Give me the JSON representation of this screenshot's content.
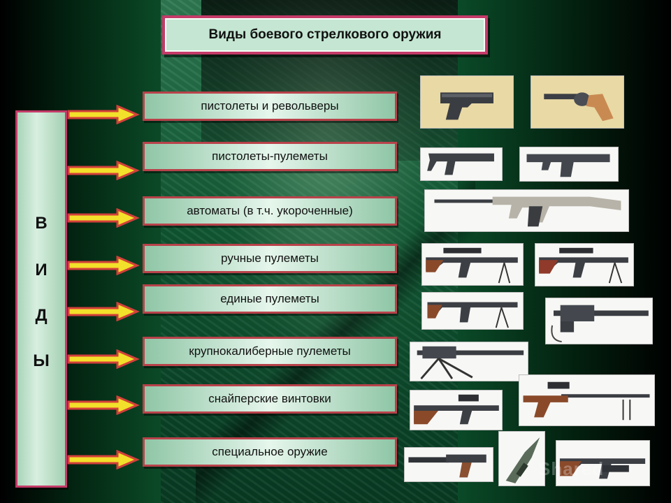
{
  "title": "Виды боевого стрелкового оружия",
  "vertical_letters": [
    "В",
    "И",
    "Д",
    "Ы"
  ],
  "categories": [
    "пистолеты и револьверы",
    "пистолеты-пулеметы",
    "автоматы (в т.ч. укороченные)",
    "ручные пулеметы",
    "единые пулеметы",
    "крупнокалиберные пулеметы",
    "снайперские винтовки",
    "специальное оружие"
  ],
  "photos": [
    "pistol-photo",
    "revolver-photo",
    "smg-photo-1",
    "smg-photo-2",
    "assault-rifle-photo",
    "light-machine-gun-photo-1",
    "light-machine-gun-photo-2",
    "general-purpose-machine-gun-photo-1",
    "general-purpose-machine-gun-photo-2",
    "heavy-machine-gun-photo",
    "sniper-rifle-photo-1",
    "sniper-rifle-photo-2",
    "silenced-pistol-photo",
    "combat-knife-photo",
    "grenade-launcher-rifle-photo"
  ],
  "watermark": "Shared",
  "colors": {
    "frame": "#c43a68",
    "arrow_fill": "#f2e02a",
    "arrow_outline": "#d2403a",
    "box_fill": "#c4e6d2"
  }
}
